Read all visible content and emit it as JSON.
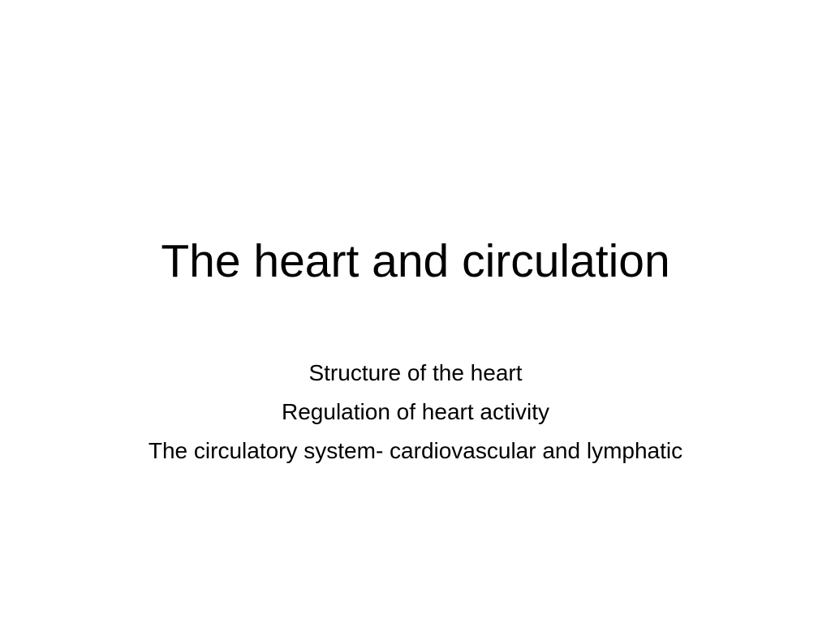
{
  "slide": {
    "title": "The heart and circulation",
    "subtitle_items": [
      "Structure of the heart",
      "Regulation of heart activity",
      "The circulatory system- cardiovascular and lymphatic"
    ]
  }
}
